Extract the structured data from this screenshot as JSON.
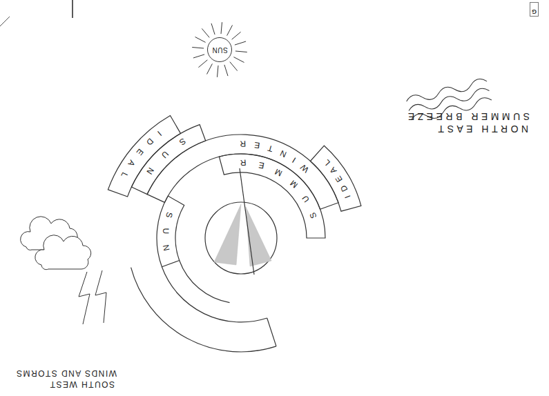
{
  "diagram": {
    "nodes": [
      {
        "text": [
          "SUN"
        ]
      },
      {
        "text": [
          "IDEAL"
        ]
      },
      {
        "text": [
          "SUN"
        ]
      },
      {
        "text": [
          "WINTER"
        ]
      },
      {
        "text": [
          "SUMMER"
        ]
      },
      {
        "text": [
          "SUN"
        ]
      },
      {
        "text": [
          "IDEAL"
        ]
      },
      {
        "text": [
          "G"
        ]
      }
    ],
    "labels": [
      "NORTH EAST SUMMER BREEZE",
      "SOUTH WEST WINDS AND STORMS"
    ]
  }
}
